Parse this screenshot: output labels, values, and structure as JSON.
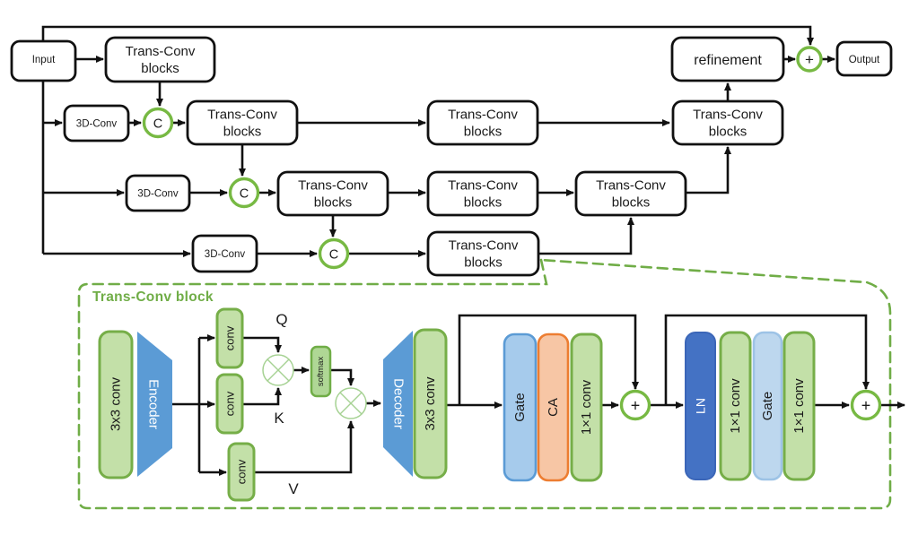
{
  "overview": {
    "input_label": "Input",
    "output_label": "Output",
    "conv3d_label": "3D-Conv",
    "trans_conv_label_line1": "Trans-Conv",
    "trans_conv_label_line2": "blocks",
    "refinement_label": "refinement",
    "concat_label": "C",
    "add_label": "+"
  },
  "detail": {
    "title": "Trans-Conv block",
    "conv3x3_label": "3x3 conv",
    "encoder_label": "Encoder",
    "decoder_label": "Decoder",
    "conv_label": "conv",
    "q_label": "Q",
    "k_label": "K",
    "v_label": "V",
    "softmax_label": "softmax",
    "gate_label": "Gate",
    "ca_label": "CA",
    "conv1x1_label": "1×1 conv",
    "ln_label": "LN",
    "add_label": "+"
  },
  "colors": {
    "accent_green": "#70ad47",
    "circle_green": "#77b943",
    "green_fill": "#c3e0a8",
    "green_border": "#76ae48",
    "blue": "#5b9bd5",
    "gate_fill": "#a6cbec",
    "gate2_fill": "#bdd7ee",
    "gate2_border": "#9dc3e6",
    "ca_fill": "#f7c6a5",
    "ca_border": "#ed7d31",
    "ln_fill": "#4472c4",
    "line_black": "#111111"
  }
}
